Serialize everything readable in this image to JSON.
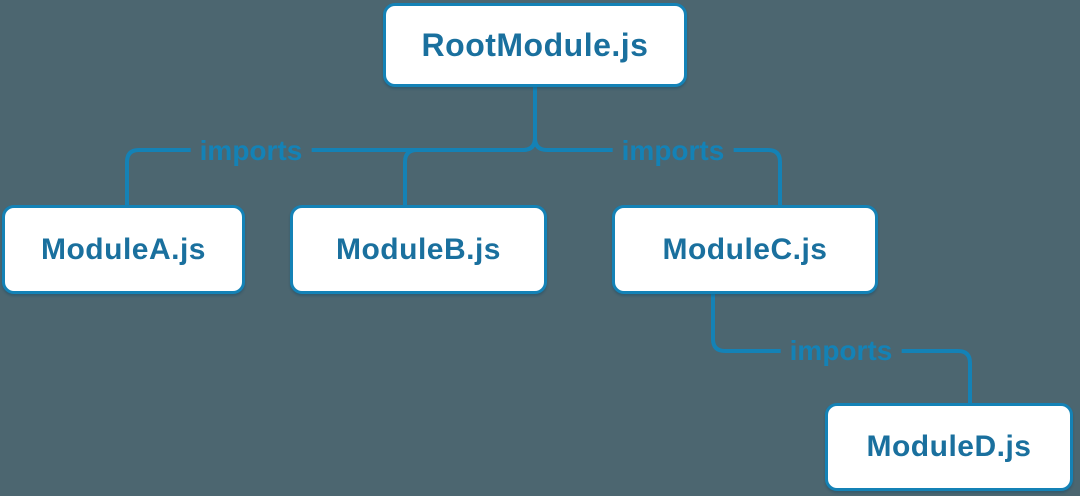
{
  "diagram": {
    "nodes": [
      {
        "id": "root",
        "label": "RootModule.js"
      },
      {
        "id": "moduleA",
        "label": "ModuleA.js"
      },
      {
        "id": "moduleB",
        "label": "ModuleB.js"
      },
      {
        "id": "moduleC",
        "label": "ModuleC.js"
      },
      {
        "id": "moduleD",
        "label": "ModuleD.js"
      }
    ],
    "edges": [
      {
        "from": "RootModule.js",
        "to": "ModuleA.js",
        "label": "imports"
      },
      {
        "from": "RootModule.js",
        "to": "ModuleB.js",
        "label": ""
      },
      {
        "from": "RootModule.js",
        "to": "ModuleC.js",
        "label": "imports"
      },
      {
        "from": "ModuleC.js",
        "to": "ModuleD.js",
        "label": "imports"
      }
    ],
    "colors": {
      "background": "#4c6670",
      "line": "#1482b6",
      "node_border": "#1482b6",
      "node_text": "#1a709e",
      "node_bg": "#ffffff",
      "label_text": "#1482b6"
    }
  }
}
